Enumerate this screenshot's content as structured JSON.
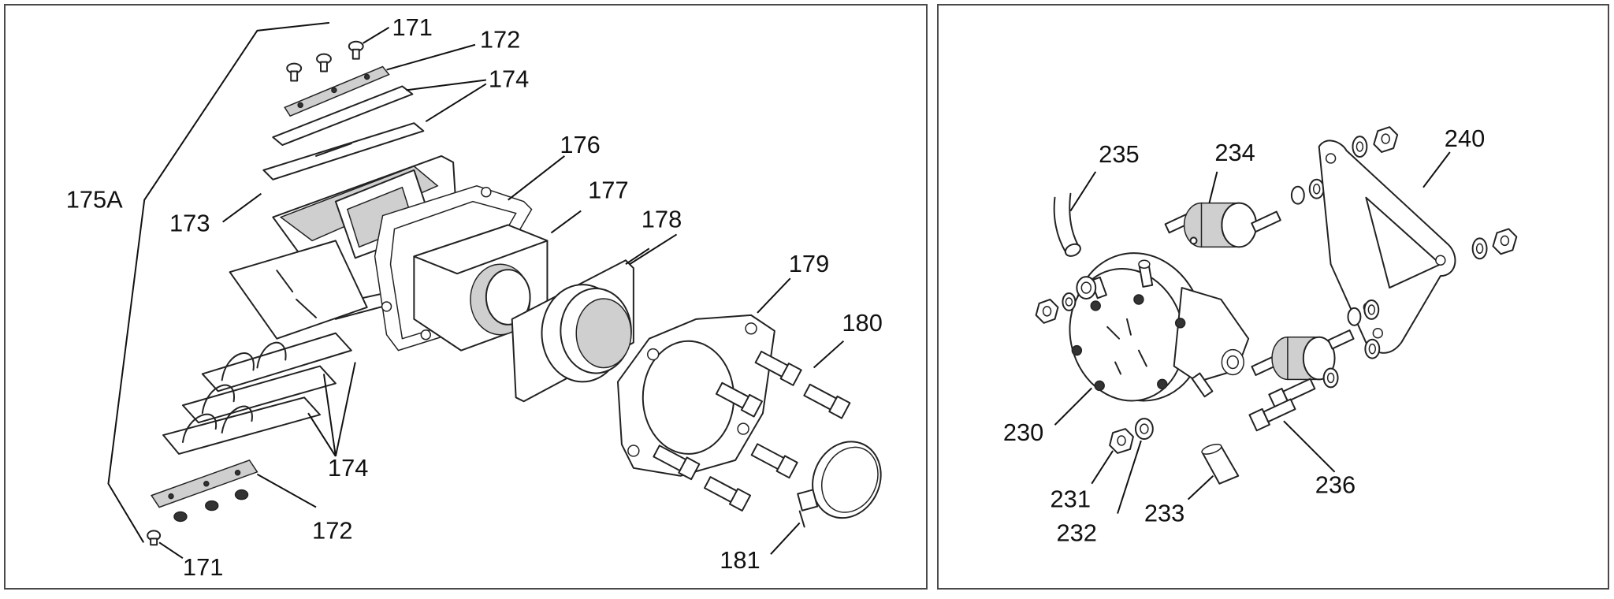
{
  "left_panel": {
    "callouts": {
      "c171_top": "171",
      "c172_top": "172",
      "c174_top": "174",
      "c175A": "175A",
      "c173": "173",
      "c176": "176",
      "c177": "177",
      "c178": "178",
      "c179": "179",
      "c180": "180",
      "c174_bottom": "174",
      "c172_bottom": "172",
      "c171_bottom": "171",
      "c181": "181"
    }
  },
  "right_panel": {
    "callouts": {
      "c235": "235",
      "c234": "234",
      "c240": "240",
      "c230": "230",
      "c231": "231",
      "c232": "232",
      "c233": "233",
      "c236": "236"
    }
  }
}
